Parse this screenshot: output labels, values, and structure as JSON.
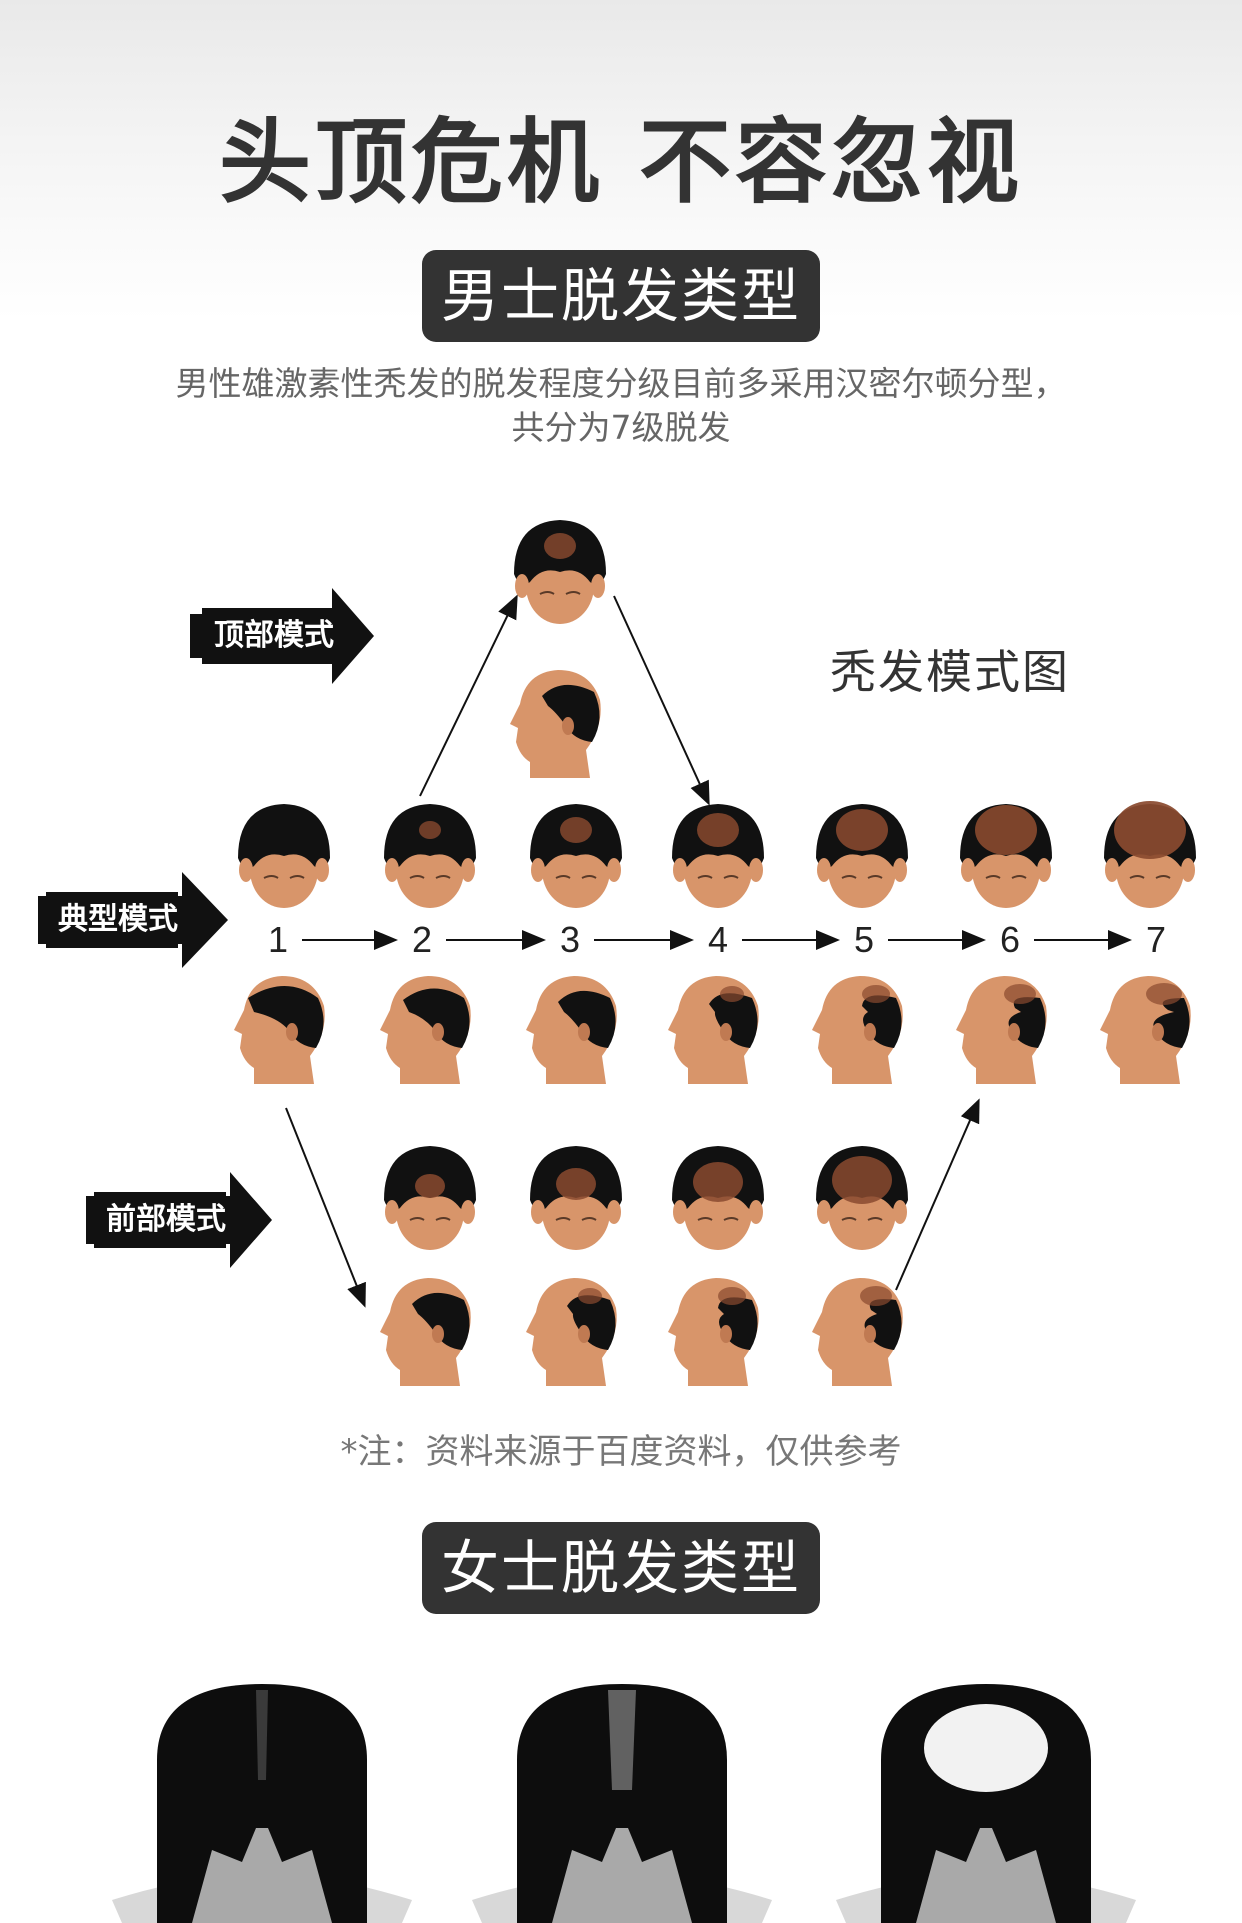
{
  "header": {
    "title": "头顶危机 不容忽视",
    "men_section_label": "男士脱发类型",
    "intro_line1": "男性雄激素性秃发的脱发程度分级目前多采用汉密尔顿分型，",
    "intro_line2": "共分为7级脱发"
  },
  "diagram": {
    "title": "秃发模式图",
    "modes": {
      "crown": "顶部模式",
      "typical": "典型模式",
      "frontal": "前部模式"
    },
    "stages": [
      "1",
      "2",
      "3",
      "4",
      "5",
      "6",
      "7"
    ]
  },
  "note": "*注：资料来源于百度资料，仅供参考",
  "women_section_label": "女士脱发类型",
  "colors": {
    "hair": "#111111",
    "skin": "#d8956a",
    "pill_bg": "#333333",
    "label_bg": "#111111",
    "bald_tint": "#8a4a2f"
  }
}
